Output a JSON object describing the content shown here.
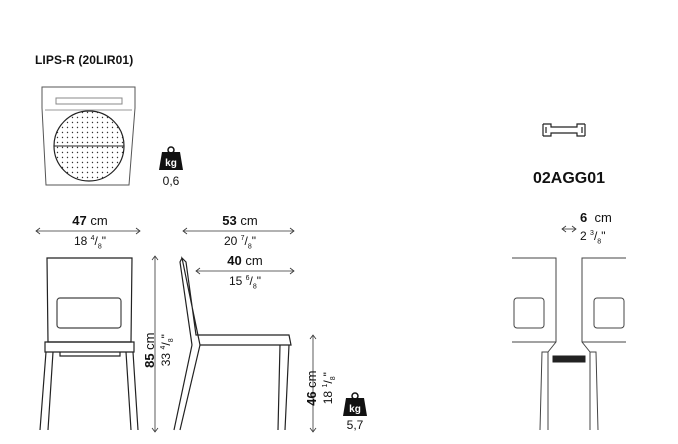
{
  "product": {
    "title": "LIPS-R (20LIR01)",
    "weight_top": "0,6",
    "weight_bottom": "5,7",
    "weight_icon_label": "kg"
  },
  "accessory": {
    "code": "02AGG01",
    "gap_cm_value": "6",
    "gap_cm_unit": "cm",
    "gap_in_whole": "2",
    "gap_in_frac_num": "3",
    "gap_in_frac_den": "8"
  },
  "dimensions": {
    "width": {
      "cm_value": "47",
      "cm_unit": "cm",
      "in_whole": "18",
      "in_num": "4",
      "in_den": "8"
    },
    "depth": {
      "cm_value": "53",
      "cm_unit": "cm",
      "in_whole": "20",
      "in_num": "7",
      "in_den": "8"
    },
    "seat_depth": {
      "cm_value": "40",
      "cm_unit": "cm",
      "in_whole": "15",
      "in_num": "6",
      "in_den": "8"
    },
    "height": {
      "cm_value": "85",
      "cm_unit": "cm",
      "in_whole": "33",
      "in_num": "4",
      "in_den": "8"
    },
    "seat_height": {
      "cm_value": "46",
      "cm_unit": "cm",
      "in_whole": "18",
      "in_num": "1",
      "in_den": "8"
    }
  },
  "colors": {
    "line": "#555555",
    "dark": "#111111"
  }
}
